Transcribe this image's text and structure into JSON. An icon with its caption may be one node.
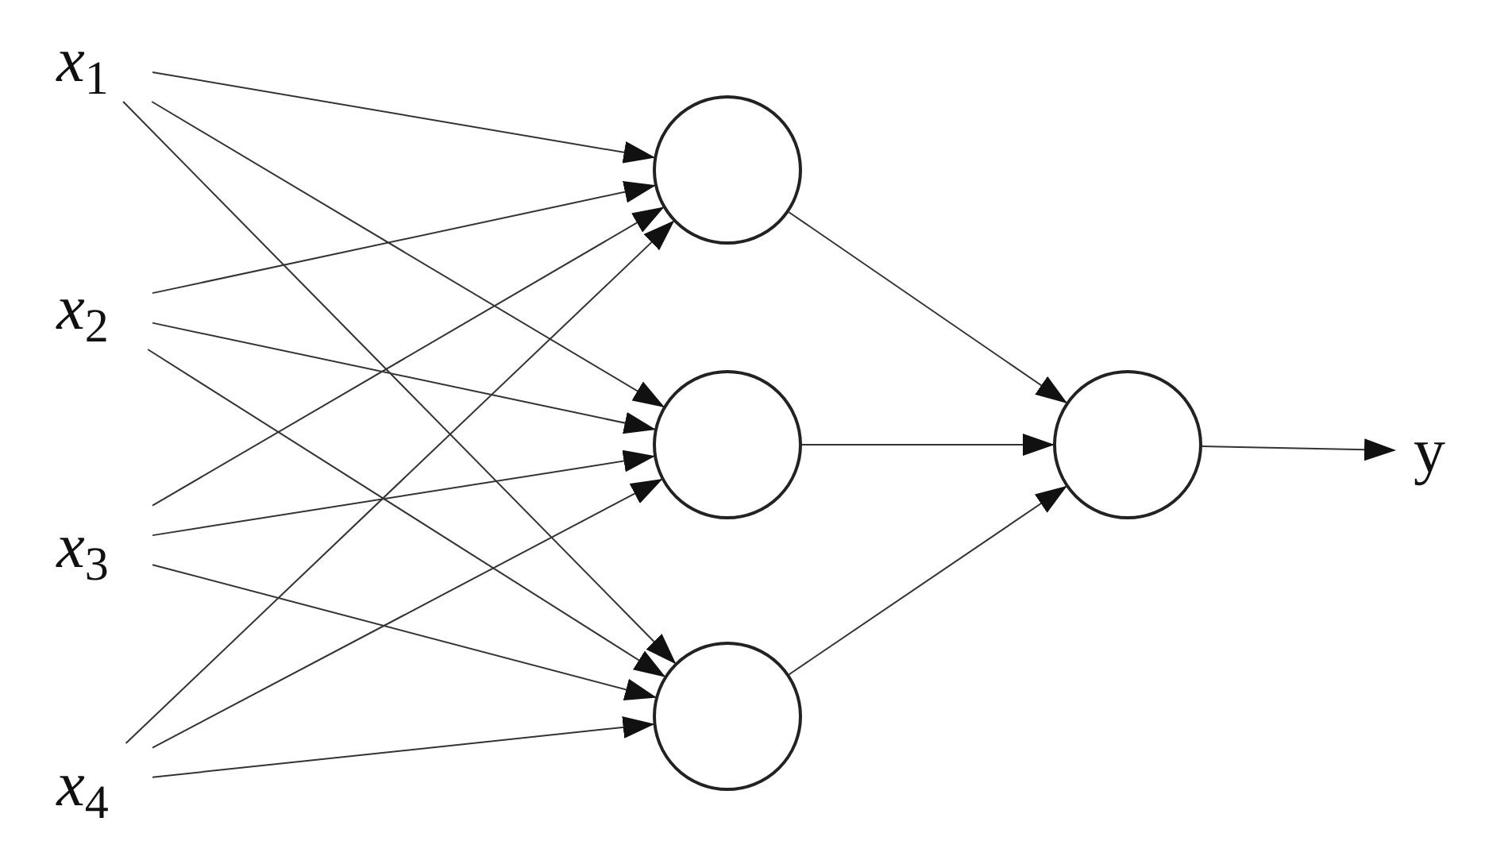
{
  "diagram": {
    "nodes": [
      {
        "text": [
          "*x*$_{1}$"
        ]
      },
      {
        "text": [
          "*x*$_{2}$"
        ]
      },
      {
        "text": [
          "*x*$_{3}$"
        ]
      },
      {
        "text": [
          "*x*$_{4}$"
        ]
      },
      {
        "text": [],
        "shape": "circle"
      },
      {
        "text": [],
        "shape": "circle"
      },
      {
        "text": [],
        "shape": "circle"
      },
      {
        "text": [],
        "shape": "circle"
      },
      {
        "text": [
          "y"
        ]
      }
    ],
    "edges": [
      {
        "from": 0,
        "to": 4,
        "arrow": "to"
      },
      {
        "from": 0,
        "to": 5,
        "arrow": "to"
      },
      {
        "from": 0,
        "to": 6,
        "arrow": "to"
      },
      {
        "from": 1,
        "to": 4,
        "arrow": "to"
      },
      {
        "from": 1,
        "to": 5,
        "arrow": "to"
      },
      {
        "from": 1,
        "to": 6,
        "arrow": "to"
      },
      {
        "from": 2,
        "to": 4,
        "arrow": "to"
      },
      {
        "from": 2,
        "to": 5,
        "arrow": "to"
      },
      {
        "from": 2,
        "to": 6,
        "arrow": "to"
      },
      {
        "from": 3,
        "to": 4,
        "arrow": "to"
      },
      {
        "from": 3,
        "to": 5,
        "arrow": "to"
      },
      {
        "from": 3,
        "to": 6,
        "arrow": "to"
      },
      {
        "from": 4,
        "to": 7,
        "arrow": "to"
      },
      {
        "from": 5,
        "to": 7,
        "arrow": "to"
      },
      {
        "from": 6,
        "to": 7,
        "arrow": "to"
      },
      {
        "from": 7,
        "to": 8,
        "arrow": "to"
      }
    ]
  }
}
